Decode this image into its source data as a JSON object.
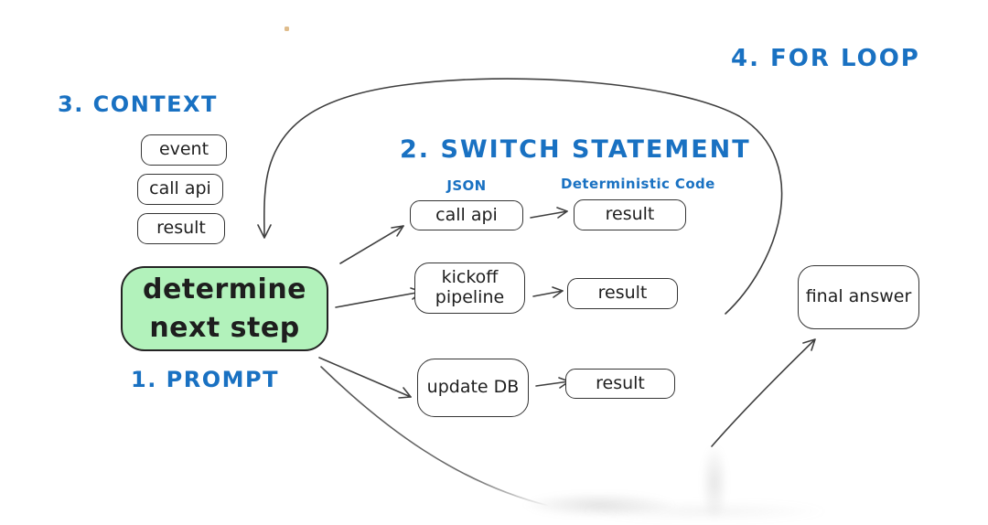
{
  "colors": {
    "accent_blue": "#1971c2",
    "ink": "#1e1e1e",
    "node_green": "#b2f2bb",
    "arrow_gray": "#3f3f3f"
  },
  "headings": {
    "prompt": "1. PROMPT",
    "switch": "2. SWITCH STATEMENT",
    "context": "3. CONTEXT",
    "for_loop": "4. FOR LOOP"
  },
  "column_labels": {
    "json": "JSON",
    "deterministic_code": "Deterministic Code"
  },
  "context_stack": {
    "items": [
      "event",
      "call api",
      "result"
    ]
  },
  "prompt_node": {
    "line1": "determine",
    "line2": "next step"
  },
  "switch_rows": [
    {
      "action_lines": [
        "call api"
      ],
      "result": "result"
    },
    {
      "action_lines": [
        "kickoff",
        "pipeline"
      ],
      "result": "result"
    },
    {
      "action_lines": [
        "update DB"
      ],
      "result": "result"
    }
  ],
  "final_node": {
    "label": "final answer"
  }
}
